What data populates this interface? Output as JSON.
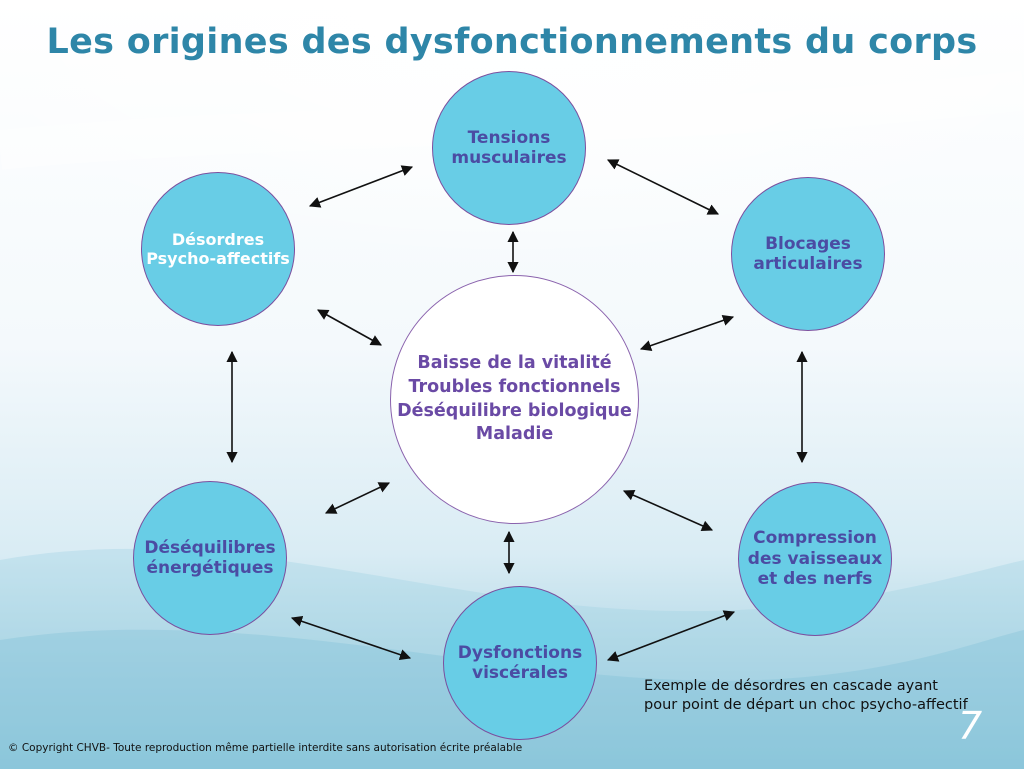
{
  "title": "Les origines des dysfonctionnements du corps",
  "nodes": {
    "top": [
      "Tensions",
      "musculaires"
    ],
    "top_right": [
      "Blocages",
      "articulaires"
    ],
    "bottom_right": [
      "Compression",
      "des vaisseaux",
      "et des nerfs"
    ],
    "bottom": [
      "Dysfonctions",
      "viscérales"
    ],
    "bottom_left": [
      "Déséquilibres",
      "énergétiques"
    ],
    "top_left": [
      "Désordres",
      "Psycho-affectifs"
    ],
    "center": [
      "Baisse de la vitalité",
      "Troubles fonctionnels",
      "Déséquilibre biologique",
      "Maladie"
    ]
  },
  "note": [
    "Exemple de désordres en cascade ayant",
    "pour point de départ un choc psycho-affectif"
  ],
  "copyright": "© Copyright CHVB- Toute reproduction même partielle interdite sans autorisation écrite préalable",
  "slide_number": "7",
  "colors": {
    "title": "#2e86a8",
    "outer_fill": "#68cde6",
    "outer_text": "#4b4ca3",
    "center_text": "#6a4aa5",
    "border": "#7b4f9e"
  }
}
